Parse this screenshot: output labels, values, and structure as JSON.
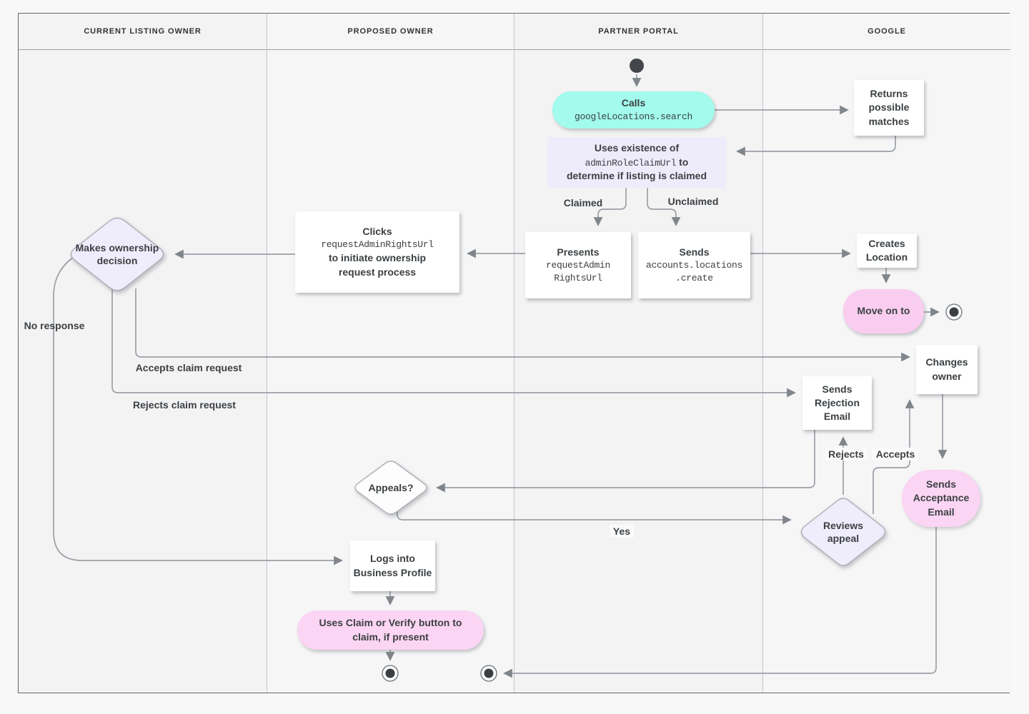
{
  "lanes": [
    {
      "label": "CURRENT LISTING OWNER"
    },
    {
      "label": "PROPOSED OWNER"
    },
    {
      "label": "PARTNER PORTAL"
    },
    {
      "label": "GOOGLE"
    }
  ],
  "nodes": {
    "calls": {
      "label": "Calls",
      "code": "googleLocations.search"
    },
    "returns": {
      "label": "Returns possible matches"
    },
    "uses": {
      "line1": "Uses existence of",
      "code": "adminRoleClaimUrl",
      "line2_suffix": " to",
      "line3": "determine if listing is claimed"
    },
    "presents": {
      "label": "Presents",
      "code1": "requestAdmin",
      "code2": "RightsUrl"
    },
    "sends_create": {
      "label": "Sends",
      "code1": "accounts.locations",
      "code2": ".create"
    },
    "clicks": {
      "label": "Clicks",
      "code": "requestAdminRightsUrl",
      "line3": "to initiate ownership",
      "line4": "request process"
    },
    "makes_decision": {
      "label": "Makes ownership decision"
    },
    "creates_location": {
      "label": "Creates Location"
    },
    "move_on": {
      "label": "Move on to"
    },
    "changes_owner": {
      "label": "Changes owner"
    },
    "rejection_email": {
      "label": "Sends Rejection Email"
    },
    "appeals": {
      "label": "Appeals?"
    },
    "reviews_appeal": {
      "label": "Reviews appeal"
    },
    "acceptance_email": {
      "label": "Sends Acceptance Email"
    },
    "logs_into": {
      "label": "Logs into Business Profile"
    },
    "claim_verify": {
      "label": "Uses Claim or Verify button to claim, if present"
    }
  },
  "edge_labels": {
    "claimed": "Claimed",
    "unclaimed": "Unclaimed",
    "no_response": "No response",
    "accepts_claim": "Accepts claim request",
    "rejects_claim": "Rejects claim request",
    "rejects": "Rejects",
    "accepts": "Accepts",
    "yes": "Yes"
  },
  "colors": {
    "teal_node": "#A2FBEC",
    "pink_node": "#F9CDEF",
    "pink_node_light": "#FBD5F3",
    "lavender_node": "#EEEBFA",
    "line": "#9AA0A6",
    "arrowhead": "#80868B",
    "text": "#3C4043"
  }
}
